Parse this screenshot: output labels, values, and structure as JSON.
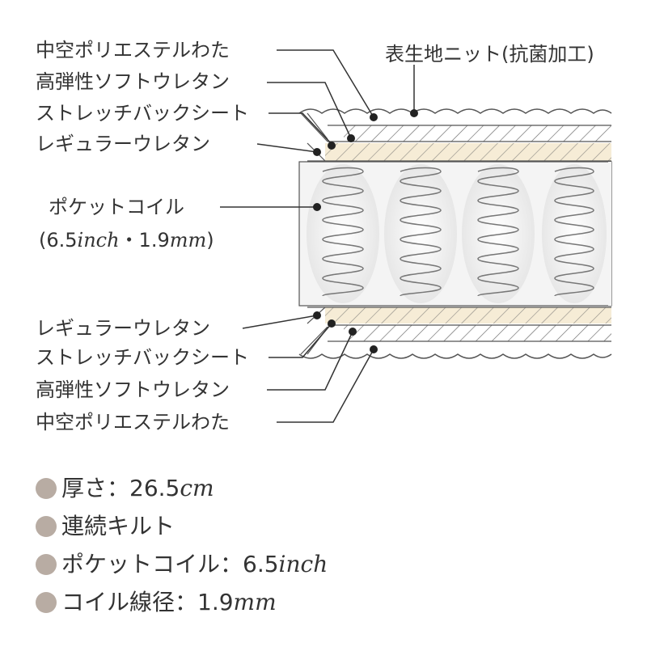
{
  "labels": {
    "top_hollow_fiber": "中空ポリエステルわた",
    "top_soft_urethane": "高弾性ソフトウレタン",
    "top_stretch_sheet": "ストレッチバックシート",
    "top_regular_urethane": "レギュラーウレタン",
    "cover_knit": "表生地ニット(抗菌加工)",
    "pocket_coil": "ポケットコイル",
    "pocket_coil_spec_prefix": "(6.5",
    "pocket_coil_spec_inch": "inch",
    "pocket_coil_spec_mid": "・1.9",
    "pocket_coil_spec_mm": "mm",
    "pocket_coil_spec_suffix": ")",
    "bottom_regular_urethane": "レギュラーウレタン",
    "bottom_stretch_sheet": "ストレッチバックシート",
    "bottom_soft_urethane": "高弾性ソフトウレタン",
    "bottom_hollow_fiber": "中空ポリエステルわた"
  },
  "specs": {
    "thickness_label": "厚さ：26.5",
    "thickness_unit": "cm",
    "quilt": "連続キルト",
    "coil_label": "ポケットコイル：6.5",
    "coil_unit": "inch",
    "wire_label": "コイル線径：1.9",
    "wire_unit": "mm"
  },
  "colors": {
    "line": "#333333",
    "outline": "#555555",
    "regular_urethane_fill": "#f6ecd6",
    "coil_bg": "#f4f4f4",
    "spec_dot": "#b8aca3"
  }
}
